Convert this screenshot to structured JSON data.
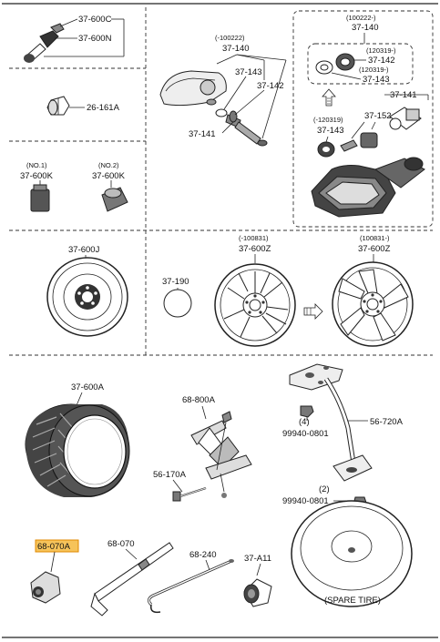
{
  "labels": {
    "p37_600C": "37-600C",
    "p37_600N": "37-600N",
    "p26_161A": "26-161A",
    "no1": "(NO.1)",
    "no2": "(NO.2)",
    "p37_600K_1": "37-600K",
    "p37_600K_2": "37-600K",
    "range_100222_before": "(-100222)",
    "p37_140_a": "37-140",
    "p37_143_a": "37-143",
    "p37_142_a": "37-142",
    "p37_141_a": "37-141",
    "range_100222_after": "(100222-)",
    "p37_140_b": "37-140",
    "range_120319_after_1": "(120319-)",
    "p37_142_b": "37-142",
    "range_120319_after_2": "(120319-)",
    "p37_143_b": "37-143",
    "p37_141_b": "37-141",
    "range_120319_before": "(-120319)",
    "p37_143_c": "37-143",
    "p37_152": "37-152",
    "p37_600J": "37-600J",
    "p37_190": "37-190",
    "range_100831_before": "(-100831)",
    "p37_600Z_1": "37-600Z",
    "range_100831_after": "(100831-)",
    "p37_600Z_2": "37-600Z",
    "p37_600A": "37-600A",
    "p68_800A": "68-800A",
    "p56_170A": "56-170A",
    "p56_720A": "56-720A",
    "qty4": "(4)",
    "p99940_0801_a": "99940-0801",
    "qty2": "(2)",
    "p99940_0801_b": "99940-0801",
    "p68_070A": "68-070A",
    "p68_070": "68-070",
    "p68_240": "68-240",
    "p37_A11": "37-A11",
    "spare_tire": "(SPARE TIRE)"
  },
  "highlighted_part": "68-070A",
  "colors": {
    "highlight_fill": "#f6c35a",
    "highlight_border": "#e08a00",
    "line": "#222222"
  }
}
